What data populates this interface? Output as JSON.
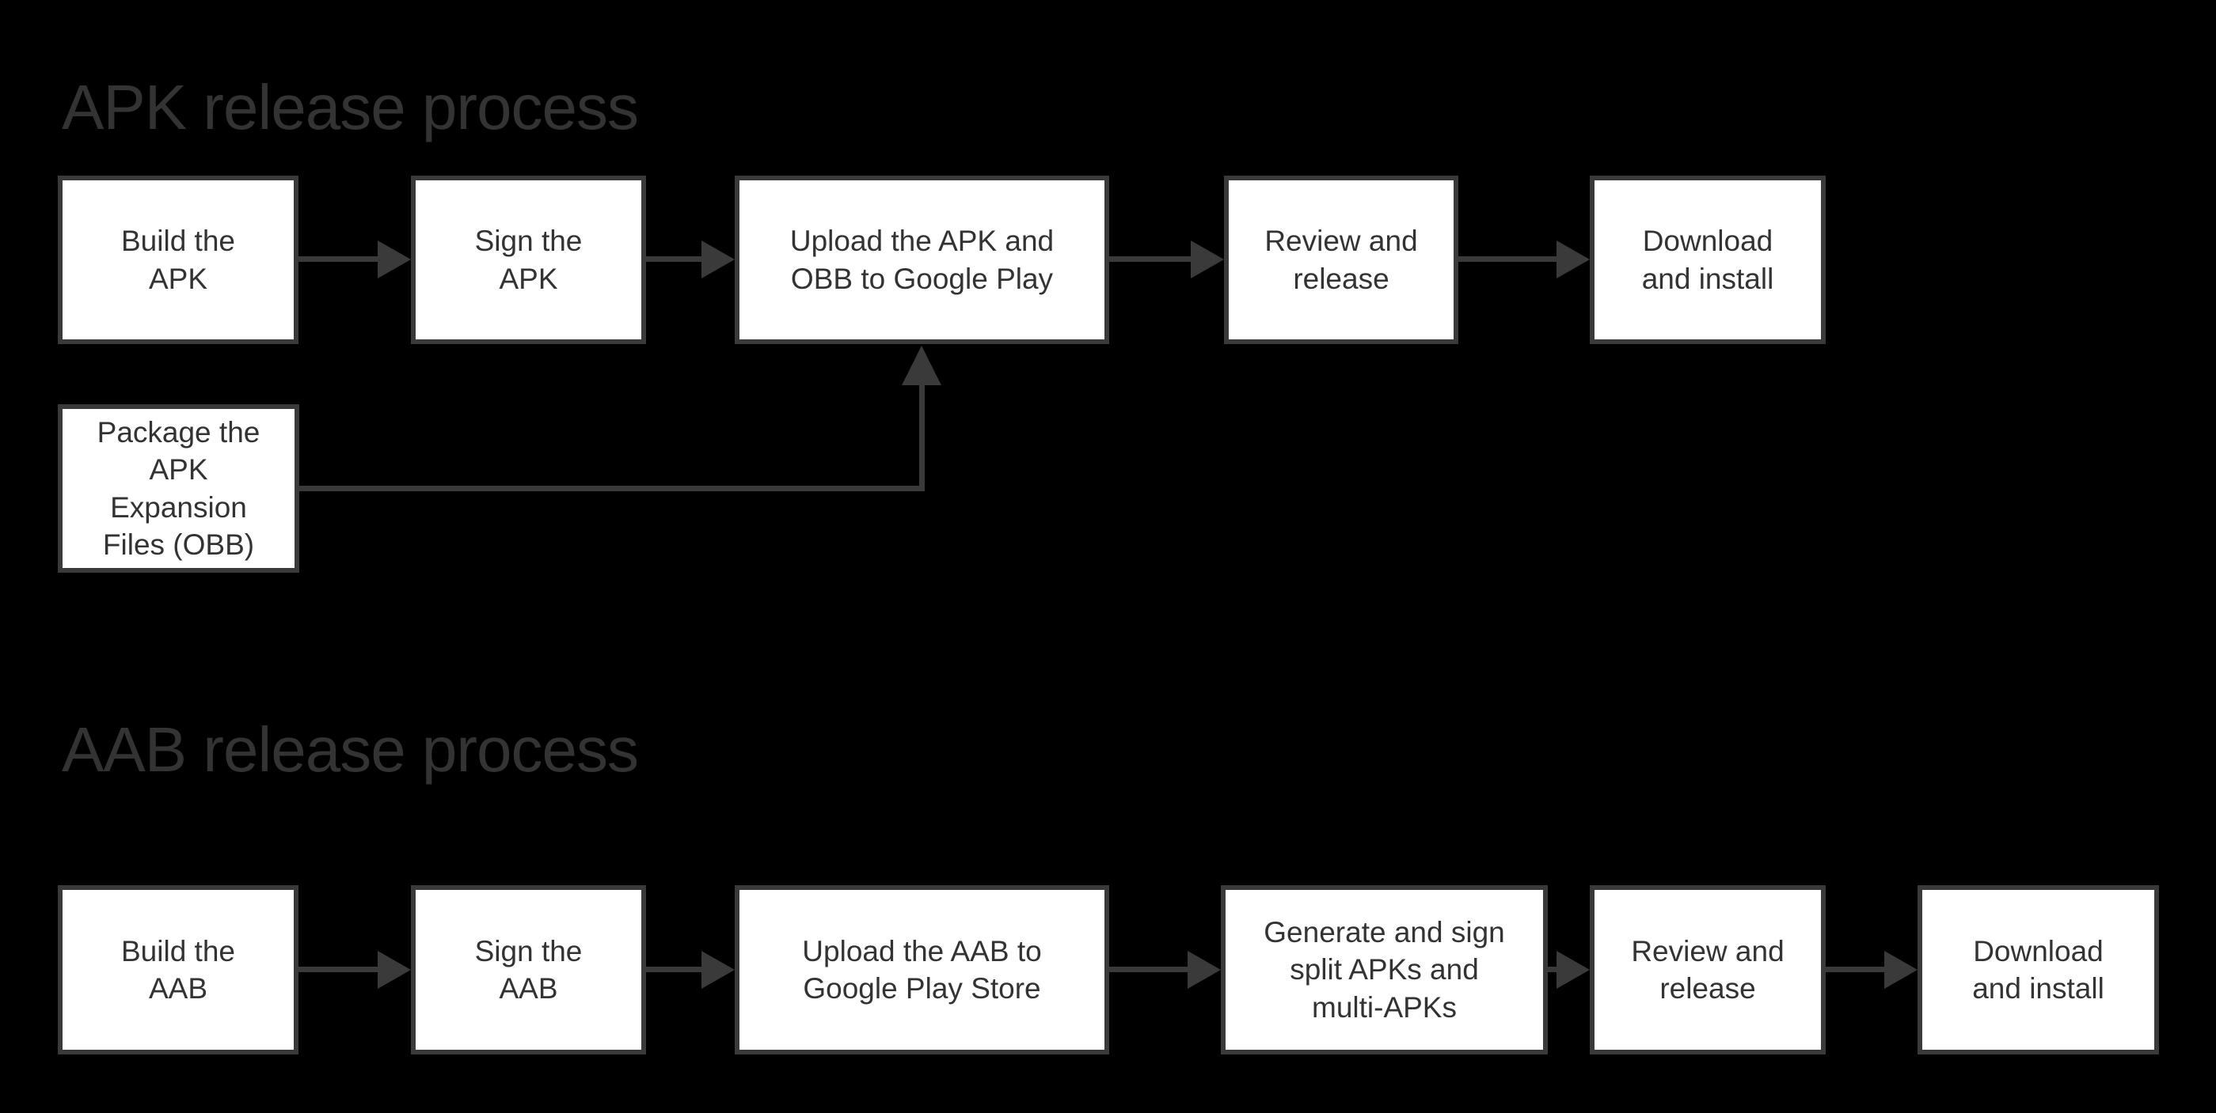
{
  "colors": {
    "background": "#000000",
    "box_fill": "#ffffff",
    "stroke": "#3a3a3a",
    "text": "#333333"
  },
  "apk_section": {
    "title": "APK release process",
    "steps": [
      {
        "label": "Build the\nAPK"
      },
      {
        "label": "Sign the\nAPK"
      },
      {
        "label": "Upload the APK and\nOBB to Google Play"
      },
      {
        "label": "Review and\nrelease"
      },
      {
        "label": "Download\nand install"
      }
    ],
    "side_step": {
      "label": "Package the\nAPK\nExpansion\nFiles (OBB)"
    }
  },
  "aab_section": {
    "title": "AAB release process",
    "steps": [
      {
        "label": "Build the\nAAB"
      },
      {
        "label": "Sign the\nAAB"
      },
      {
        "label": "Upload the AAB to\nGoogle Play Store"
      },
      {
        "label": "Generate and sign\nsplit APKs and\nmulti-APKs"
      },
      {
        "label": "Review and\nrelease"
      },
      {
        "label": "Download\nand install"
      }
    ]
  }
}
